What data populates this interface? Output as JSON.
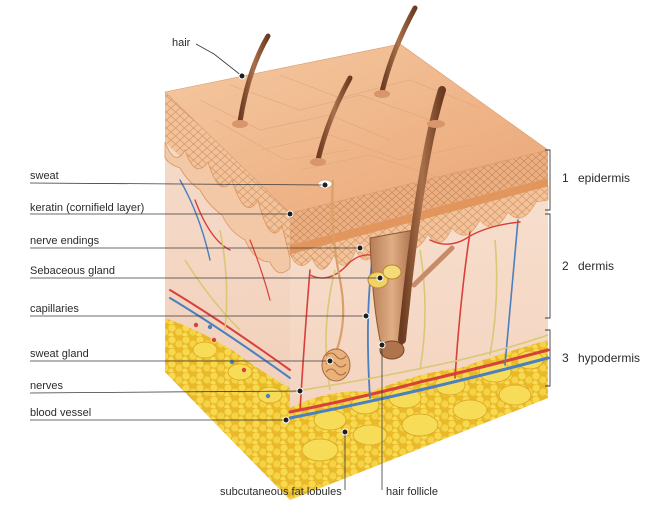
{
  "labels": {
    "hair": "hair",
    "sweat": "sweat",
    "keratin": "keratin (cornifield layer)",
    "nerve_endings": "nerve endings",
    "sebaceous_gland": "Sebaceous gland",
    "capillaries": "capillaries",
    "sweat_gland": "sweat gland",
    "nerves": "nerves",
    "blood_vessel": "blood vessel",
    "fat_lobules": "subcutaneous fat lobules",
    "hair_follicle": "hair follicle"
  },
  "layers": [
    {
      "number": "1",
      "name": "epidermis"
    },
    {
      "number": "2",
      "name": "dermis"
    },
    {
      "number": "3",
      "name": "hypodermis"
    }
  ],
  "colors": {
    "skin_top": "#f0b88e",
    "epidermis": "#e8a878",
    "dermis": "#f6d9c4",
    "fat": "#f3cf3a",
    "artery": "#d8403a",
    "vein": "#4a7fc0",
    "nerve": "#d9c874",
    "hair": "#8a5232"
  }
}
